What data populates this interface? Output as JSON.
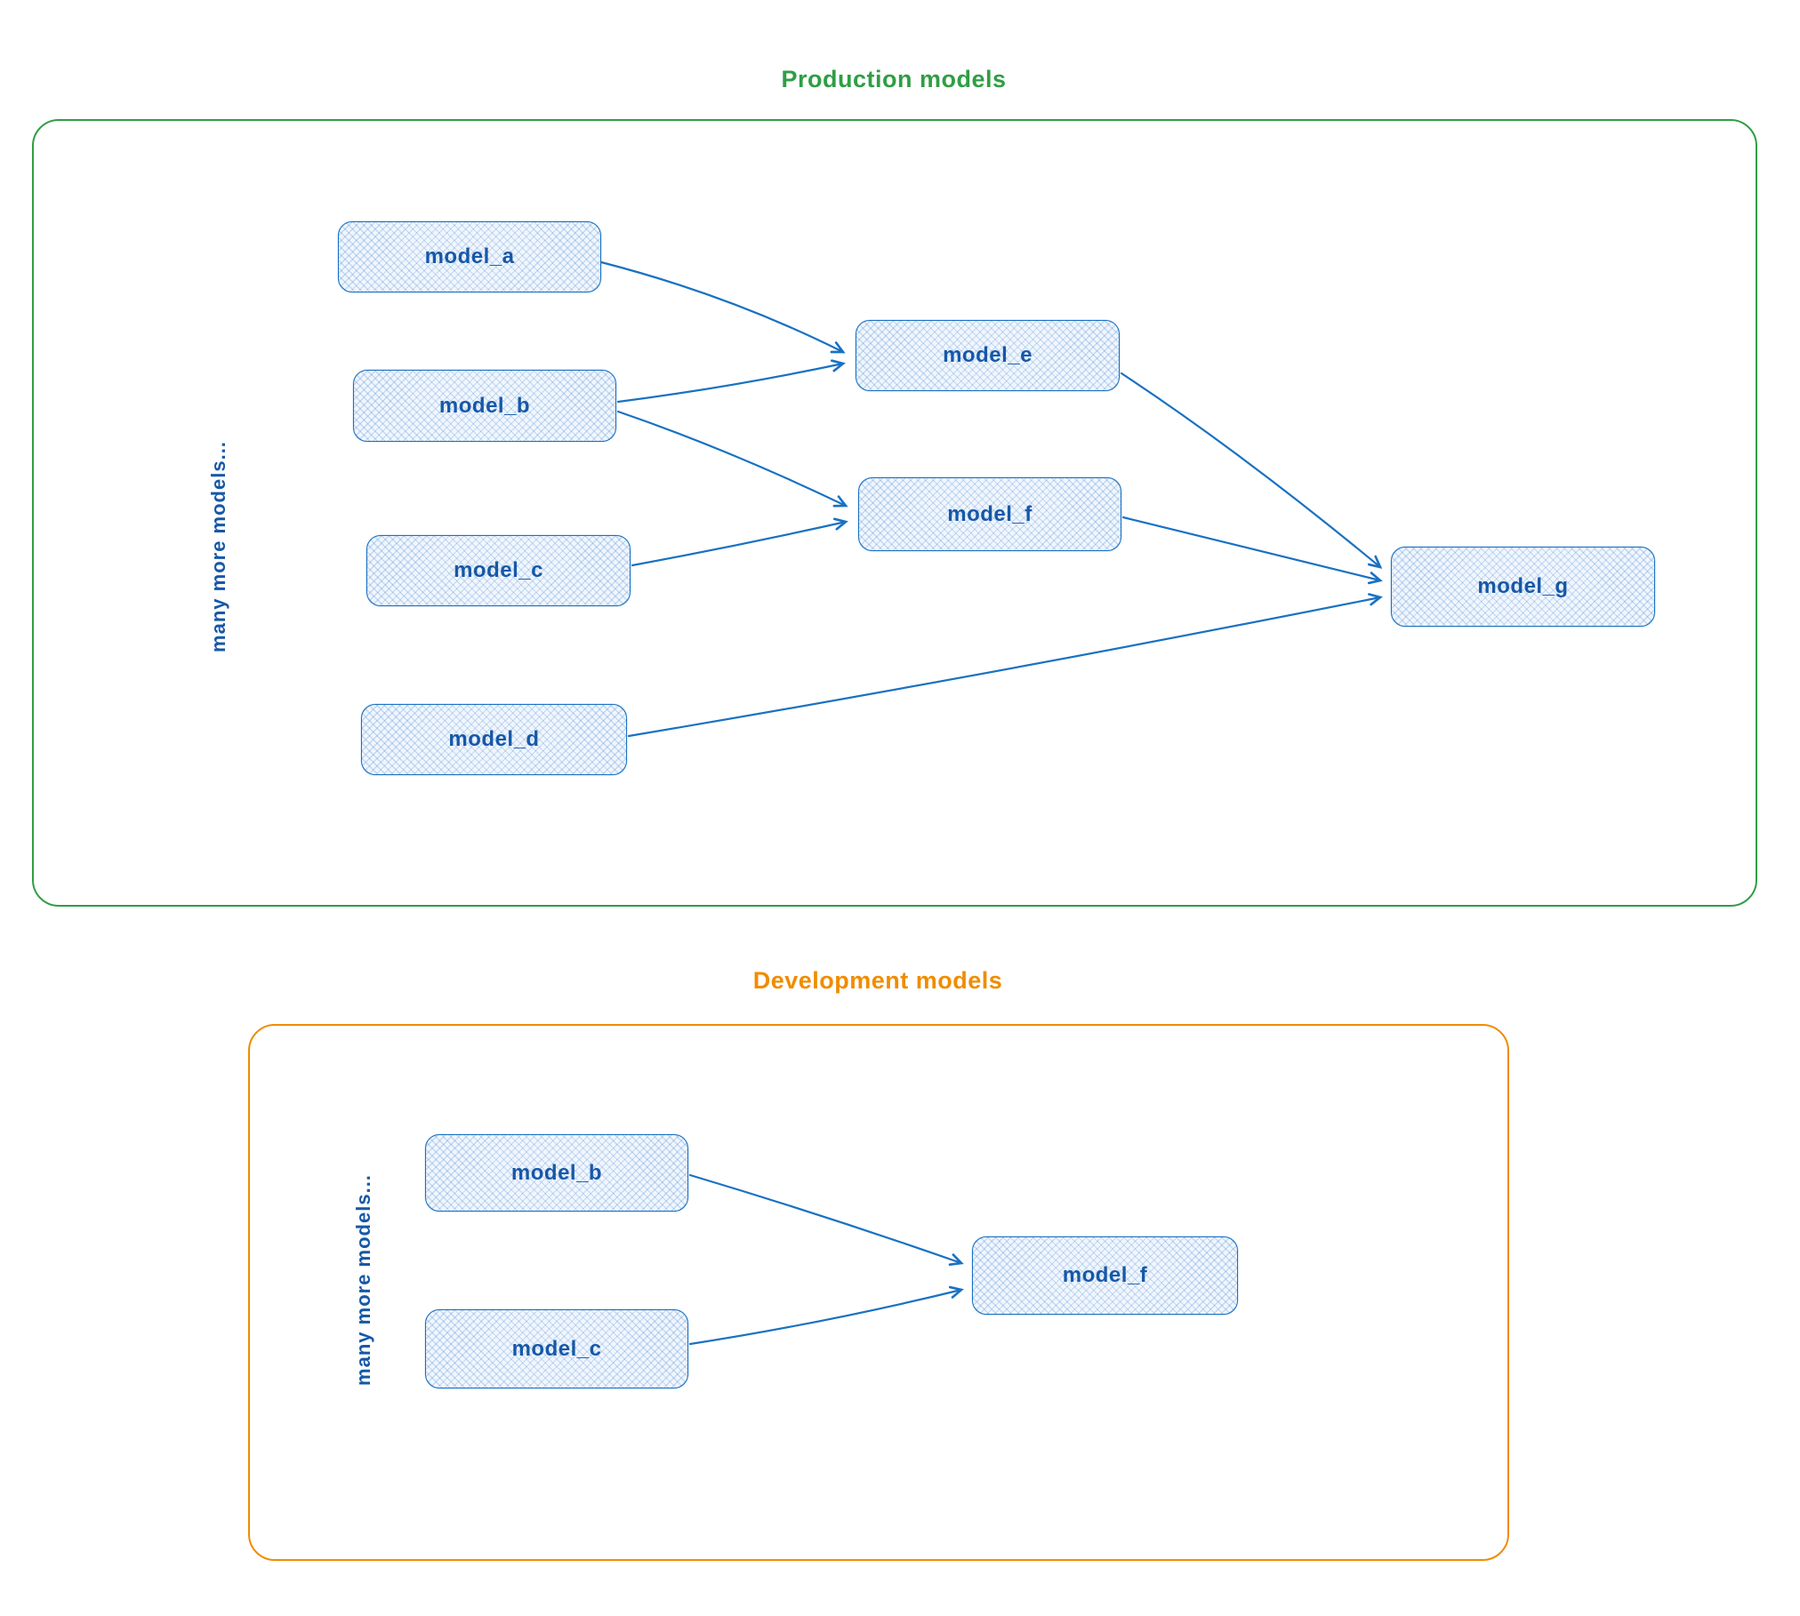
{
  "production": {
    "title": "Production models",
    "side_label": "many more models...",
    "nodes": {
      "model_a": "model_a",
      "model_b": "model_b",
      "model_c": "model_c",
      "model_d": "model_d",
      "model_e": "model_e",
      "model_f": "model_f",
      "model_g": "model_g"
    },
    "edges": [
      {
        "from": "model_a",
        "to": "model_e"
      },
      {
        "from": "model_b",
        "to": "model_e"
      },
      {
        "from": "model_b",
        "to": "model_f"
      },
      {
        "from": "model_c",
        "to": "model_f"
      },
      {
        "from": "model_e",
        "to": "model_g"
      },
      {
        "from": "model_f",
        "to": "model_g"
      },
      {
        "from": "model_d",
        "to": "model_g"
      }
    ]
  },
  "development": {
    "title": "Development models",
    "side_label": "many more models...",
    "nodes": {
      "model_b": "model_b",
      "model_c": "model_c",
      "model_f": "model_f"
    },
    "edges": [
      {
        "from": "model_b",
        "to": "model_f"
      },
      {
        "from": "model_c",
        "to": "model_f"
      }
    ]
  },
  "colors": {
    "production_accent": "#2f9e44",
    "development_accent": "#f08c00",
    "node_stroke": "#1971c2",
    "node_fill": "#e8f2fc",
    "node_text": "#1658a8"
  }
}
